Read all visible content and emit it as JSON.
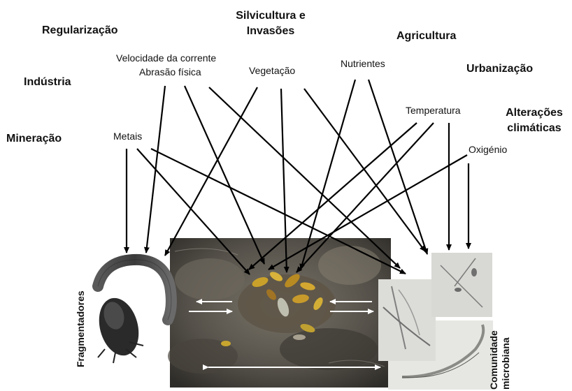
{
  "stressors": {
    "regularizacao": "Regularização",
    "silvicultura_line1": "Silvicultura e",
    "silvicultura_line2": "Invasões",
    "agricultura": "Agricultura",
    "industria": "Indústria",
    "urbanizacao": "Urbanização",
    "mineracao": "Mineração",
    "alteracoes_line1": "Alterações",
    "alteracoes_line2": "climáticas"
  },
  "factors": {
    "velocidade": "Velocidade da corrente",
    "abrasao": "Abrasão física",
    "vegetacao": "Vegetação",
    "nutrientes": "Nutrientes",
    "temperatura": "Temperatura",
    "metais": "Metais",
    "oxigenio": "Oxigénio"
  },
  "groups": {
    "fragmentadores": "Fragmentadores",
    "comunidade_line1": "Comunidade",
    "comunidade_line2": "microbiana"
  },
  "colors": {
    "text": "#111111",
    "arrow": "#000000",
    "stream_water": "#5a5650",
    "leaf_litter": "#c9a12a"
  }
}
